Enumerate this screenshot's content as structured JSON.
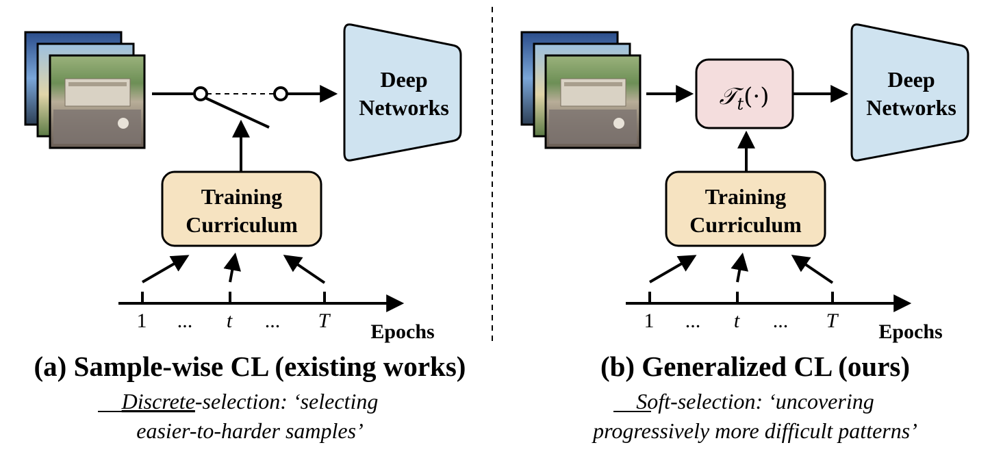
{
  "colors": {
    "network_fill": "#cfe3f0",
    "curriculum_fill": "#f6e3c1",
    "transform_fill": "#f4dddd",
    "stroke": "#000000"
  },
  "panel_a": {
    "network_label_line1": "Deep",
    "network_label_line2": "Networks",
    "curriculum_label_line1": "Training",
    "curriculum_label_line2": "Curriculum",
    "ticks": [
      "1",
      "...",
      "t",
      "...",
      "T"
    ],
    "axis_label": "Epochs",
    "caption_title": "(a) Sample-wise CL (existing works)",
    "caption_sub_underlined": "Discrete",
    "caption_sub_rest1": "-selection: ‘selecting",
    "caption_sub_line2": "easier-to-harder samples’"
  },
  "panel_b": {
    "network_label_line1": "Deep",
    "network_label_line2": "Networks",
    "curriculum_label_line1": "Training",
    "curriculum_label_line2": "Curriculum",
    "transform_symbol": "𝒯",
    "transform_subscript": "t",
    "transform_arg": "(·)",
    "ticks": [
      "1",
      "...",
      "t",
      "...",
      "T"
    ],
    "axis_label": "Epochs",
    "caption_title": "(b) Generalized CL (ours)",
    "caption_sub_underlined": "Soft",
    "caption_sub_rest1": "-selection: ‘uncovering",
    "caption_sub_line2": "progressively more difficult patterns’"
  },
  "icons": {
    "image_stack": "photo-stack-icon"
  }
}
